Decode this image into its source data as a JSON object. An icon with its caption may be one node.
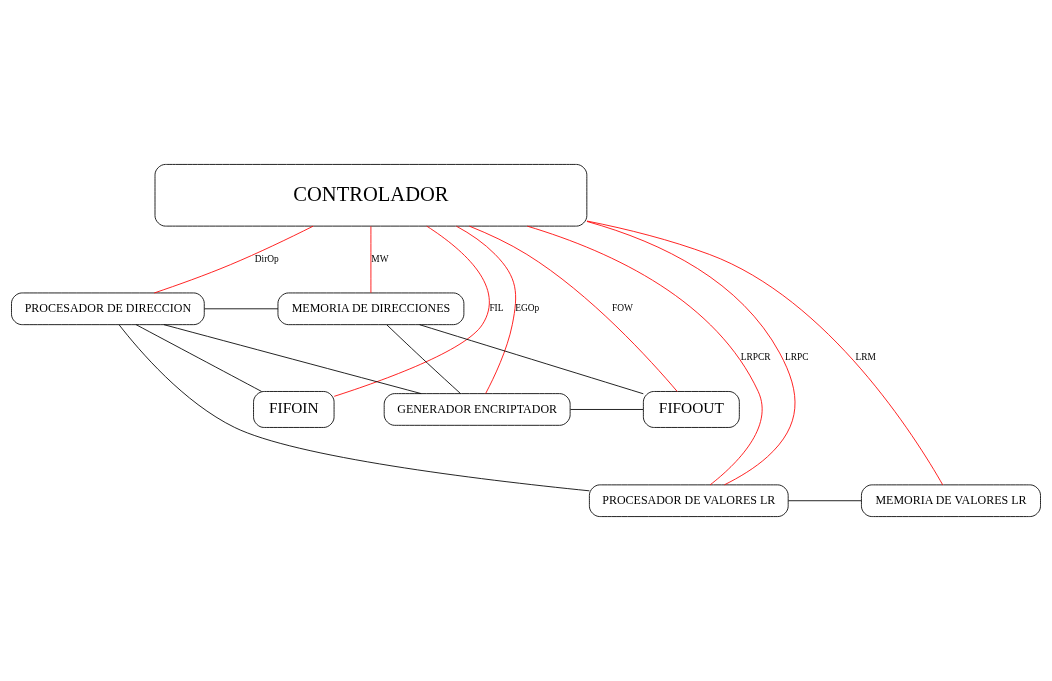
{
  "diagram": {
    "nodes": [
      {
        "text": [
          "CONTROLADOR"
        ]
      },
      {
        "text": [
          "PROCESADOR DE DIRECCION"
        ]
      },
      {
        "text": [
          "MEMORIA DE DIRECCIONES"
        ]
      },
      {
        "text": [
          "FIFOIN"
        ]
      },
      {
        "text": [
          "GENERADOR ENCRIPTADOR"
        ]
      },
      {
        "text": [
          "FIFOOUT"
        ]
      },
      {
        "text": [
          "PROCESADOR DE VALORES LR"
        ]
      },
      {
        "text": [
          "MEMORIA DE VALORES LR"
        ]
      }
    ],
    "edges": [
      {
        "from": 0,
        "to": 3,
        "arrow": "none",
        "label": "FIL",
        "color": "#ff0000"
      },
      {
        "from": 0,
        "to": 6,
        "arrow": "none",
        "label": "LRPCR",
        "color": "#ff0000"
      },
      {
        "from": 0,
        "to": 6,
        "arrow": "none",
        "label": "LRPC",
        "color": "#ff0000"
      },
      {
        "from": 0,
        "to": 4,
        "arrow": "none",
        "label": "EGOp",
        "color": "#ff0000"
      },
      {
        "from": 0,
        "to": 1,
        "arrow": "none",
        "label": "DirOp",
        "color": "#ff0000"
      },
      {
        "from": 0,
        "to": 7,
        "arrow": "none",
        "label": "LRM",
        "color": "#ff0000"
      },
      {
        "from": 0,
        "to": 2,
        "arrow": "none",
        "label": "MW",
        "color": "#ff0000"
      },
      {
        "from": 0,
        "to": 5,
        "arrow": "none",
        "label": "FOW",
        "color": "#ff0000"
      },
      {
        "from": 3,
        "to": 1,
        "arrow": "none",
        "color": "#000000"
      },
      {
        "from": 1,
        "to": 6,
        "arrow": "none",
        "color": "#000000"
      },
      {
        "from": 1,
        "to": 4,
        "arrow": "none",
        "color": "#000000"
      },
      {
        "from": 1,
        "to": 2,
        "arrow": "none",
        "color": "#000000"
      },
      {
        "from": 4,
        "to": 2,
        "arrow": "none",
        "color": "#000000"
      },
      {
        "from": 2,
        "to": 5,
        "arrow": "none",
        "color": "#000000"
      },
      {
        "from": 4,
        "to": 5,
        "arrow": "none",
        "color": "#000000"
      },
      {
        "from": 6,
        "to": 7,
        "arrow": "none",
        "color": "#000000"
      }
    ]
  }
}
